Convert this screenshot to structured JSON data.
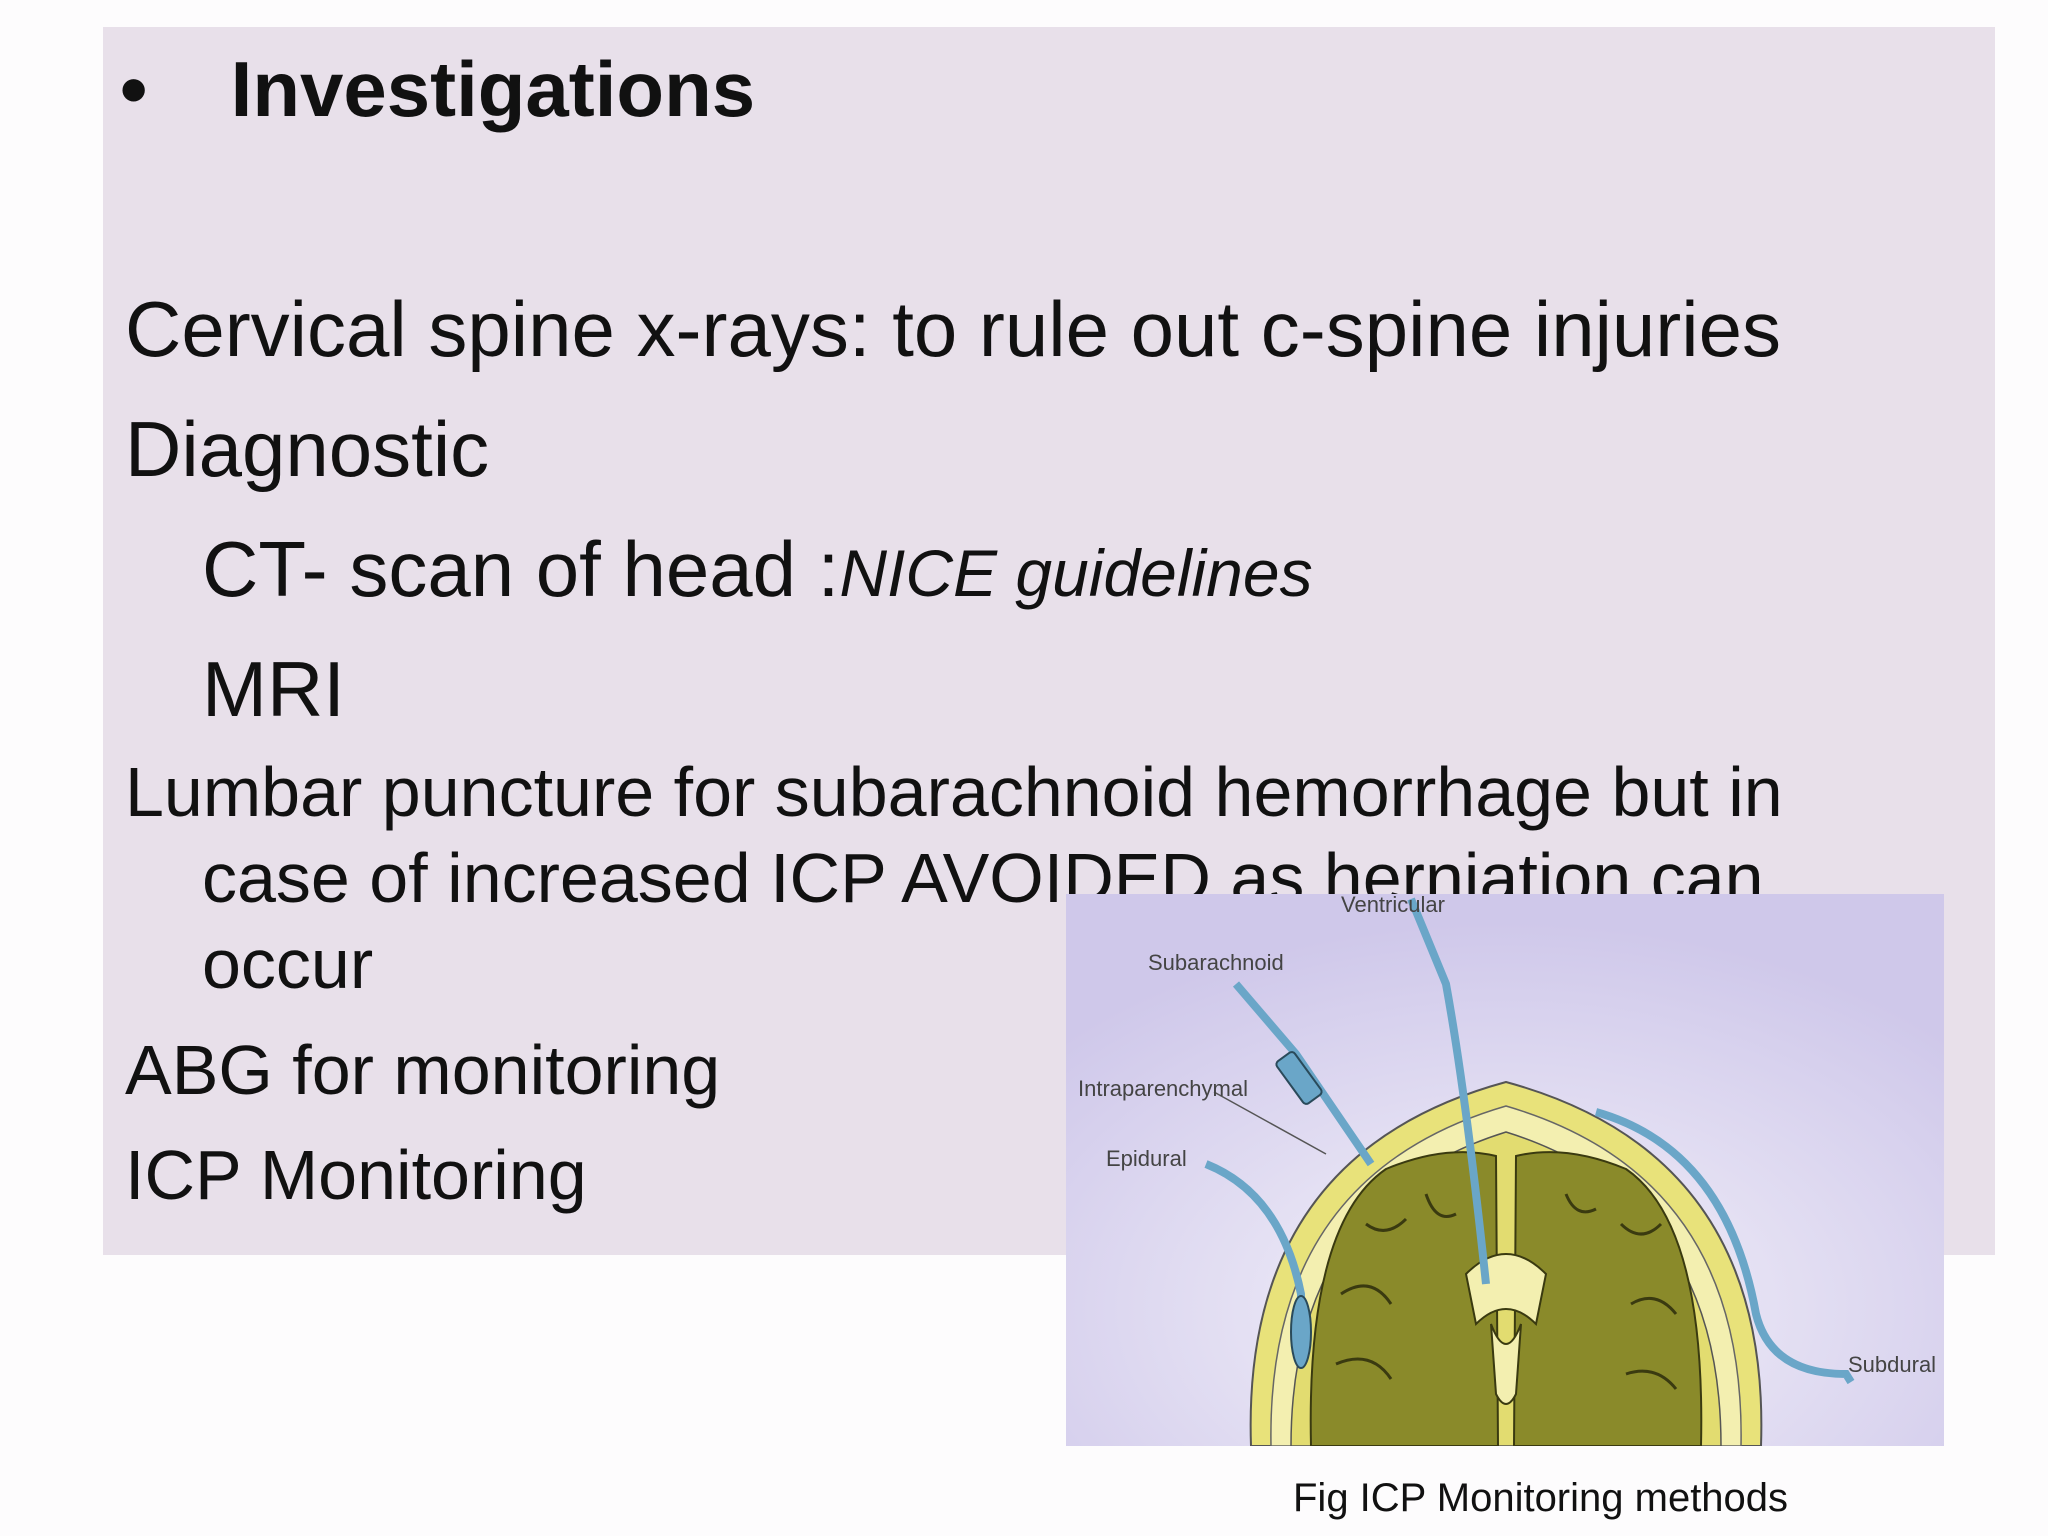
{
  "slide": {
    "heading": {
      "bullet": "•",
      "text": "Investigations"
    },
    "lines": {
      "cspine": "Cervical spine x-rays: to rule out c-spine injuries",
      "diagnostic": "Diagnostic",
      "ct_main": "CT- scan of head :",
      "ct_italic": "NICE guidelines",
      "mri": "MRI",
      "lp_1": "Lumbar puncture for subarachnoid hemorrhage but in",
      "lp_2": "case of increased ICP AVOIDED as herniation can",
      "lp_3": "occur",
      "abg": "ABG for monitoring",
      "icp": "ICP Monitoring"
    }
  },
  "figure": {
    "labels": {
      "ventricular": "Ventricular",
      "subarachnoid": "Subarachnoid",
      "intraparenchymal": "Intraparenchymal",
      "epidural": "Epidural",
      "subdural": "Subdural"
    },
    "caption": "Fig ICP Monitoring methods",
    "colors": {
      "brain": "#8a8a2a",
      "skull": "#e8e27a",
      "catheter": "#6aa6c8",
      "background": "#d6d0ec"
    }
  }
}
